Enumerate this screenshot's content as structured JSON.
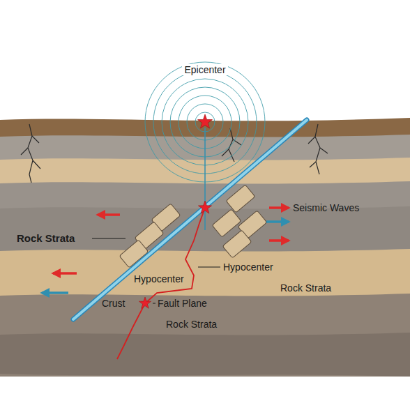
{
  "diagram": {
    "labels": [
      "Epicenter",
      "Seismic Waves",
      "Rock Strata",
      "Hypocenter",
      "Hypocenter",
      "Rock Strata",
      "Crust",
      "Fault Plane",
      "Rock Strata"
    ]
  }
}
